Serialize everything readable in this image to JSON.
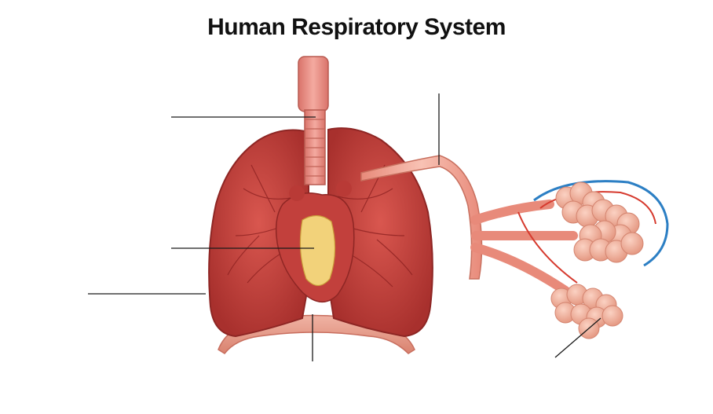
{
  "title": "Human Respiratory System",
  "colors": {
    "lung_fill": "#c9453f",
    "lung_dark": "#9e2b2a",
    "trachea": "#e88a80",
    "heart": "#c2403c",
    "heart_inner": "#f2d27a",
    "diaphragm": "#e9a08f",
    "bronchiole": "#f0a18f",
    "alveoli": "#f4b29e",
    "capillary_blue": "#2c7fc4",
    "capillary_red": "#d63a2e",
    "leader_line": "#1a1a1a"
  },
  "structures": [
    {
      "name": "trachea",
      "label": ""
    },
    {
      "name": "bronchiole",
      "label": ""
    },
    {
      "name": "heart",
      "label": ""
    },
    {
      "name": "lung",
      "label": ""
    },
    {
      "name": "diaphragm",
      "label": ""
    },
    {
      "name": "alveoli",
      "label": ""
    }
  ]
}
